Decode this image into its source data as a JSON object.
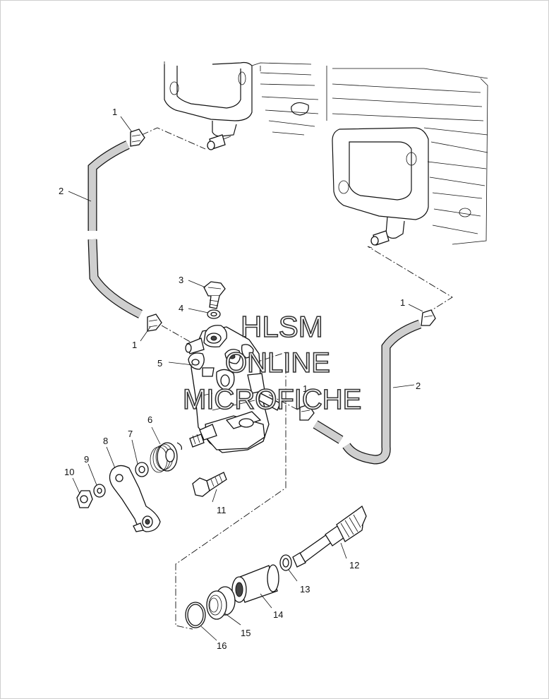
{
  "watermark": {
    "line1": "HLSM",
    "line2": "ONLINE",
    "line3": "MICROFICHE"
  },
  "callouts": {
    "c1a": "1",
    "c2a": "2",
    "c3": "3",
    "c4": "4",
    "c1b": "1",
    "c5": "5",
    "c1c": "1",
    "c1d": "1",
    "c2b": "2",
    "c6": "6",
    "c7": "7",
    "c8": "8",
    "c9": "9",
    "c10": "10",
    "c11": "11",
    "c12": "12",
    "c13": "13",
    "c14": "14",
    "c15": "15",
    "c16": "16"
  },
  "colors": {
    "line": "#111111",
    "shade": "#cfcfcf",
    "frame": "#cfcfcf"
  }
}
